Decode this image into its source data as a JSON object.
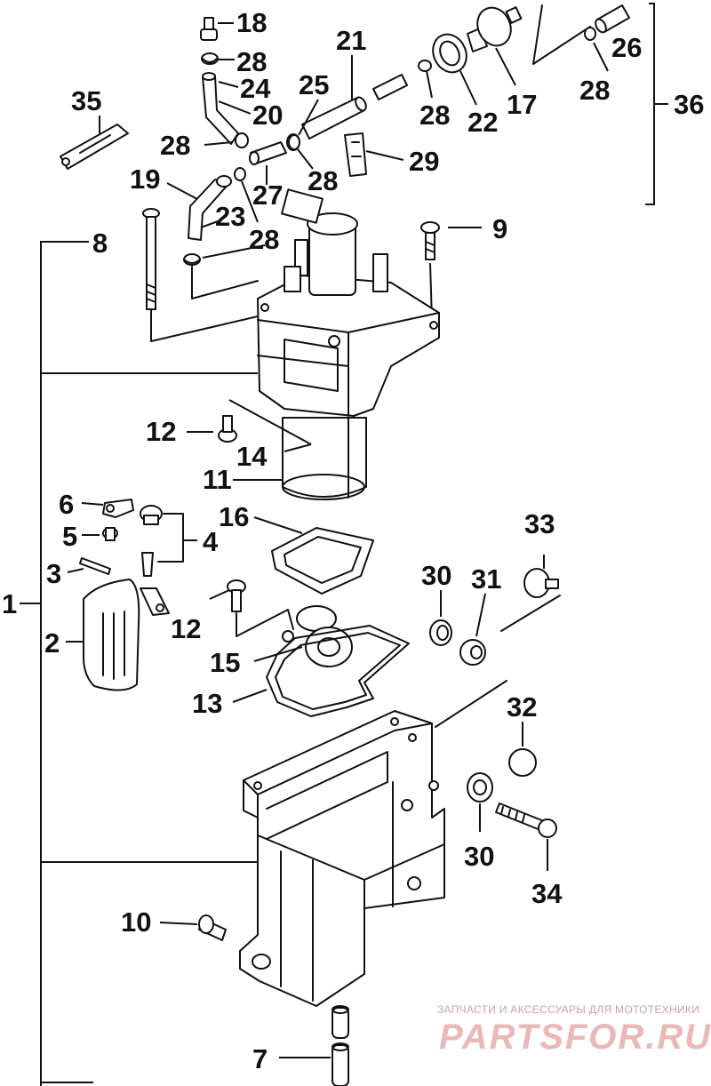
{
  "diagram": {
    "callouts": [
      {
        "id": "18",
        "text": "18"
      },
      {
        "id": "28a",
        "text": "28"
      },
      {
        "id": "24",
        "text": "24"
      },
      {
        "id": "20",
        "text": "20"
      },
      {
        "id": "21",
        "text": "21"
      },
      {
        "id": "25",
        "text": "25"
      },
      {
        "id": "28b",
        "text": "28"
      },
      {
        "id": "22",
        "text": "22"
      },
      {
        "id": "17",
        "text": "17"
      },
      {
        "id": "26",
        "text": "26"
      },
      {
        "id": "28c",
        "text": "28"
      },
      {
        "id": "36",
        "text": "36"
      },
      {
        "id": "35",
        "text": "35"
      },
      {
        "id": "28d",
        "text": "28"
      },
      {
        "id": "29",
        "text": "29"
      },
      {
        "id": "19",
        "text": "19"
      },
      {
        "id": "28e",
        "text": "28"
      },
      {
        "id": "27",
        "text": "27"
      },
      {
        "id": "23",
        "text": "23"
      },
      {
        "id": "28f",
        "text": "28"
      },
      {
        "id": "8",
        "text": "8"
      },
      {
        "id": "9",
        "text": "9"
      },
      {
        "id": "12a",
        "text": "12"
      },
      {
        "id": "14",
        "text": "14"
      },
      {
        "id": "11",
        "text": "11"
      },
      {
        "id": "6",
        "text": "6"
      },
      {
        "id": "16",
        "text": "16"
      },
      {
        "id": "33",
        "text": "33"
      },
      {
        "id": "5",
        "text": "5"
      },
      {
        "id": "4",
        "text": "4"
      },
      {
        "id": "3",
        "text": "3"
      },
      {
        "id": "30a",
        "text": "30"
      },
      {
        "id": "31",
        "text": "31"
      },
      {
        "id": "1",
        "text": "1"
      },
      {
        "id": "12b",
        "text": "12"
      },
      {
        "id": "2",
        "text": "2"
      },
      {
        "id": "15",
        "text": "15"
      },
      {
        "id": "13",
        "text": "13"
      },
      {
        "id": "32",
        "text": "32"
      },
      {
        "id": "30b",
        "text": "30"
      },
      {
        "id": "34",
        "text": "34"
      },
      {
        "id": "10",
        "text": "10"
      },
      {
        "id": "7",
        "text": "7"
      }
    ]
  },
  "watermark": {
    "tagline": "ЗАПЧАСТИ И АКСЕССУАРЫ ДЛЯ МОТОТЕХНИКИ",
    "brand": "PARTSFOR.RU"
  }
}
